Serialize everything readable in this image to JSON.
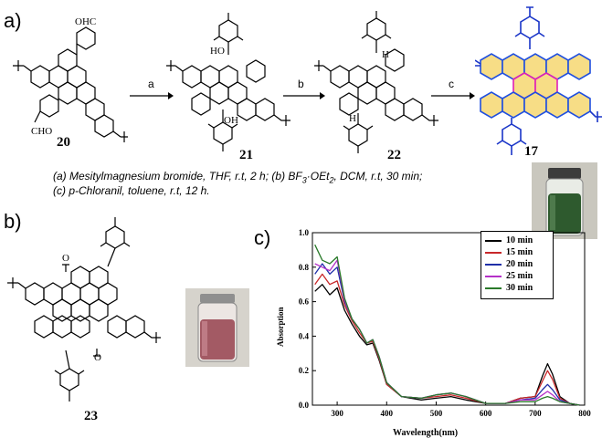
{
  "panels": {
    "a": "a)",
    "b": "b)",
    "c": "c)"
  },
  "scheme": {
    "compounds": {
      "c20": "20",
      "c21": "21",
      "c22": "22",
      "c17": "17",
      "c23": "23"
    },
    "arrows": {
      "a": "a",
      "b": "b",
      "c": "c"
    },
    "atom_labels": {
      "ohc_top": "OHC",
      "cho_bottom": "CHO",
      "ho": "HO",
      "oh": "OH",
      "h_top": "H",
      "h_bottom": "H",
      "o_top": "O",
      "o_bottom": "O"
    },
    "conditions_line1": "(a) Mesitylmagnesium bromide, THF, r.t, 2 h; (b) BF",
    "conditions_line1_sub": "3",
    "conditions_line1_rest": "·OEt",
    "conditions_line1_sub2": "2",
    "conditions_line1_end": ", DCM, r.t, 30 min;",
    "conditions_line2": "(c) p-Chloranil, toluene, r.t, 12 h."
  },
  "colors": {
    "ring_fill": "#f7dd86",
    "ring_outline_blue": "#1f4fe0",
    "ring_outline_magenta": "#e01fb8",
    "mesityl_blue": "#1a35c8",
    "vial_green": "#2e5a2e",
    "vial_red": "#a35a64"
  },
  "chart_data": {
    "type": "line",
    "xlabel": "Wavelength(nm)",
    "ylabel": "Absorption",
    "xlim": [
      250,
      800
    ],
    "ylim": [
      0.0,
      1.0
    ],
    "xticks": [
      "300",
      "400",
      "500",
      "600",
      "700",
      "800"
    ],
    "yticks": [
      "0.0",
      "0.2",
      "0.4",
      "0.6",
      "0.8",
      "1.0"
    ],
    "legend_position": "top-right",
    "series": [
      {
        "name": "10 min",
        "color": "#000000",
        "x": [
          255,
          270,
          285,
          300,
          315,
          330,
          345,
          360,
          372,
          385,
          400,
          430,
          470,
          500,
          530,
          560,
          600,
          640,
          670,
          700,
          715,
          725,
          735,
          750,
          770,
          790
        ],
        "y": [
          0.66,
          0.7,
          0.64,
          0.68,
          0.55,
          0.47,
          0.4,
          0.35,
          0.36,
          0.26,
          0.12,
          0.05,
          0.03,
          0.04,
          0.05,
          0.03,
          0.01,
          0.01,
          0.04,
          0.05,
          0.17,
          0.24,
          0.18,
          0.05,
          0.01,
          0.0
        ]
      },
      {
        "name": "15 min",
        "color": "#c8282a",
        "x": [
          255,
          270,
          285,
          300,
          315,
          330,
          345,
          360,
          372,
          385,
          400,
          430,
          470,
          500,
          530,
          560,
          600,
          640,
          670,
          700,
          715,
          725,
          735,
          750,
          770,
          790
        ],
        "y": [
          0.7,
          0.76,
          0.7,
          0.72,
          0.58,
          0.49,
          0.42,
          0.36,
          0.37,
          0.27,
          0.12,
          0.05,
          0.04,
          0.05,
          0.06,
          0.04,
          0.01,
          0.01,
          0.04,
          0.05,
          0.14,
          0.2,
          0.15,
          0.04,
          0.01,
          0.0
        ]
      },
      {
        "name": "20 min",
        "color": "#1f2fa8",
        "x": [
          255,
          270,
          285,
          300,
          315,
          330,
          345,
          360,
          372,
          385,
          400,
          430,
          470,
          500,
          530,
          560,
          600,
          640,
          670,
          700,
          715,
          725,
          735,
          750,
          770,
          790
        ],
        "y": [
          0.76,
          0.82,
          0.76,
          0.8,
          0.6,
          0.5,
          0.44,
          0.36,
          0.38,
          0.28,
          0.13,
          0.05,
          0.04,
          0.06,
          0.07,
          0.05,
          0.01,
          0.01,
          0.03,
          0.04,
          0.09,
          0.12,
          0.09,
          0.03,
          0.01,
          0.0
        ]
      },
      {
        "name": "25 min",
        "color": "#b430c8",
        "x": [
          255,
          270,
          285,
          300,
          315,
          330,
          345,
          360,
          372,
          385,
          400,
          430,
          470,
          500,
          530,
          560,
          600,
          640,
          670,
          700,
          715,
          725,
          735,
          750,
          770,
          790
        ],
        "y": [
          0.82,
          0.8,
          0.78,
          0.84,
          0.61,
          0.5,
          0.44,
          0.36,
          0.38,
          0.28,
          0.13,
          0.05,
          0.04,
          0.06,
          0.07,
          0.05,
          0.01,
          0.01,
          0.03,
          0.03,
          0.06,
          0.08,
          0.06,
          0.02,
          0.01,
          0.0
        ]
      },
      {
        "name": "30 min",
        "color": "#2a7a2a",
        "x": [
          255,
          270,
          285,
          300,
          315,
          330,
          345,
          360,
          372,
          385,
          400,
          430,
          470,
          500,
          530,
          560,
          600,
          640,
          670,
          700,
          715,
          725,
          735,
          750,
          770,
          790
        ],
        "y": [
          0.93,
          0.84,
          0.82,
          0.86,
          0.62,
          0.5,
          0.44,
          0.36,
          0.38,
          0.28,
          0.13,
          0.05,
          0.04,
          0.06,
          0.07,
          0.05,
          0.01,
          0.01,
          0.02,
          0.02,
          0.04,
          0.05,
          0.04,
          0.02,
          0.01,
          0.0
        ]
      }
    ]
  }
}
